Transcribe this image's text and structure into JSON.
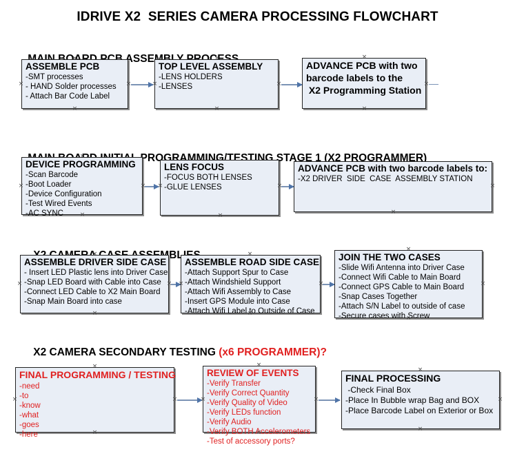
{
  "document": {
    "title": "IDRIVE X2  SERIES CAMERA PROCESSING FLOWCHART"
  },
  "sections": [
    {
      "heading": "MAIN BOARD PCB ASSEMBLY PROCESS",
      "heading_suffix": "",
      "boxes": [
        {
          "title": "ASSEMBLE PCB",
          "lines": [
            "-SMT processes",
            "- HAND Solder processes",
            "- Attach Bar Code Label"
          ]
        },
        {
          "title": "TOP LEVEL ASSEMBLY",
          "lines": [
            "-LENS HOLDERS",
            "-LENSES"
          ]
        },
        {
          "title": "ADVANCE PCB with two",
          "lines": [
            "barcode labels to the",
            " X2 Programming Station"
          ]
        }
      ]
    },
    {
      "heading": "MAIN BOARD INITIAL PROGRAMMING/TESTING STAGE 1 (X2 PROGRAMMER)",
      "heading_suffix": "",
      "boxes": [
        {
          "title": "DEVICE PROGRAMMING",
          "lines": [
            "-Scan Barcode",
            "-Boot Loader",
            "-Device Configuration",
            "-Test Wired Events",
            "-AC SYNC"
          ]
        },
        {
          "title": "LENS FOCUS",
          "lines": [
            "-FOCUS BOTH LENSES",
            "-GLUE LENSES"
          ]
        },
        {
          "title": "ADVANCE PCB with two barcode labels to:",
          "lines": [
            "-X2 DRIVER  SIDE  CASE  ASSEMBLY STATION"
          ]
        }
      ]
    },
    {
      "heading": "X2 CAMERA CASE ASSEMBLIES",
      "heading_suffix": "",
      "boxes": [
        {
          "title": "ASSEMBLE DRIVER SIDE CASE",
          "lines": [
            "- Insert LED Plastic lens into Driver Case",
            "-Snap LED Board with Cable into Case",
            "-Connect LED Cable to X2 Main Board",
            "-Snap Main Board into case"
          ]
        },
        {
          "title": "ASSEMBLE ROAD SIDE CASE",
          "lines": [
            "-Attach Support Spur to Case",
            "-Attach Windshield Support",
            "-Attach Wifi Assembly to Case",
            "-Insert GPS Module into Case",
            "-Attach Wifi Label to Outside of Case"
          ]
        },
        {
          "title": "JOIN THE TWO CASES",
          "lines": [
            "-Slide Wifi Antenna into Driver Case",
            "-Connect Wifi Cable to Main Board",
            "-Connect GPS Cable to Main Board",
            "-Snap Cases Together",
            "-Attach S/N Label to outside of case",
            "-Secure cases with Screw"
          ]
        }
      ]
    },
    {
      "heading": "X2 CAMERA SECONDARY TESTING ",
      "heading_suffix": "(x6 PROGRAMMER)?",
      "boxes": [
        {
          "title": "FINAL PROGRAMMING / TESTING",
          "lines": [
            "-need",
            "-to",
            "-know",
            "-what",
            "-goes",
            "-here"
          ]
        },
        {
          "title": "REVIEW OF EVENTS",
          "lines": [
            "-Verify Transfer",
            "-Verify Correct Quantity",
            "-Verify Quality of Video",
            "-Verify LEDs function",
            "-Verify Audio",
            "-Verify BOTH Accelerometers",
            "-Test of accessory ports?"
          ]
        },
        {
          "title": "FINAL PROCESSING",
          "lines": [
            " -Check Final Box",
            "-Place In Bubble wrap Bag and BOX",
            "-Place Barcode Label on Exterior or Box"
          ]
        }
      ]
    }
  ],
  "colors": {
    "box_fill": "#e9eef6",
    "box_border": "#222222",
    "arrow": "#4f74a8",
    "accent_red": "#e02020",
    "text": "#000000"
  }
}
